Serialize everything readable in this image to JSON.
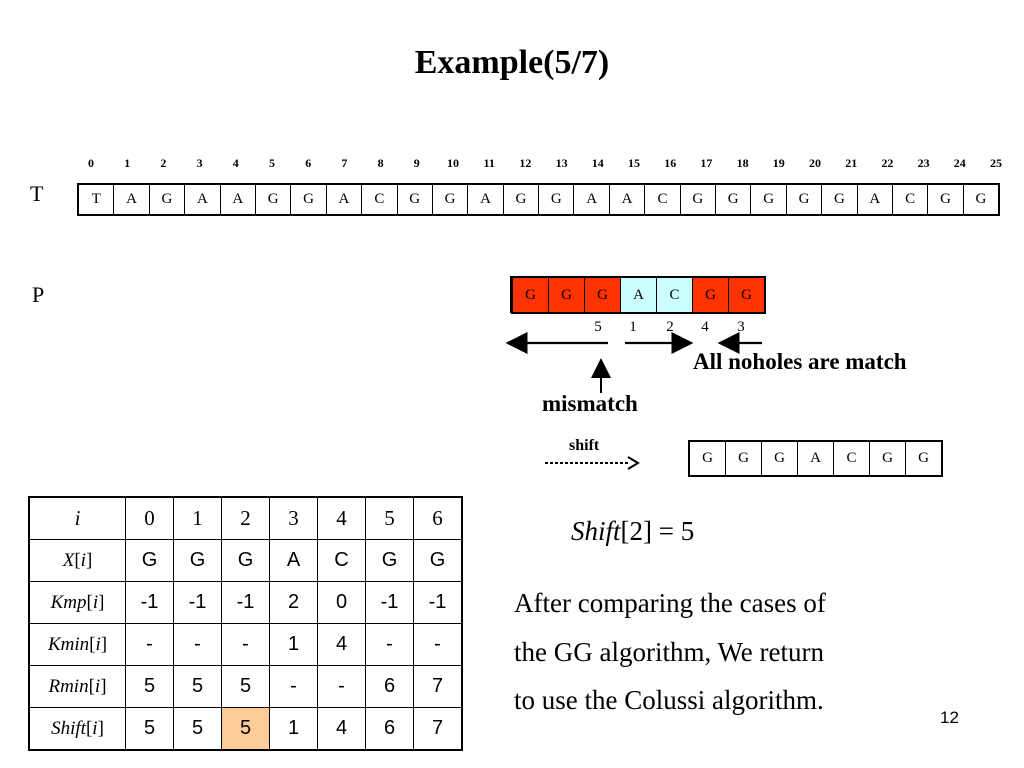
{
  "title": "Example(5/7)",
  "text_indices": [
    "0",
    "1",
    "2",
    "3",
    "4",
    "5",
    "6",
    "7",
    "8",
    "9",
    "10",
    "11",
    "12",
    "13",
    "14",
    "15",
    "16",
    "17",
    "18",
    "19",
    "20",
    "21",
    "22",
    "23",
    "24",
    "25"
  ],
  "text_label": "T",
  "text_chars": [
    "T",
    "A",
    "G",
    "A",
    "A",
    "G",
    "G",
    "A",
    "C",
    "G",
    "G",
    "A",
    "G",
    "G",
    "A",
    "A",
    "C",
    "G",
    "G",
    "G",
    "G",
    "G",
    "A",
    "C",
    "G",
    "G"
  ],
  "pattern_label": "P",
  "pattern_chars": [
    "G",
    "G",
    "G",
    "A",
    "C",
    "G",
    "G"
  ],
  "colors": {
    "mismatch_red": "#ff3300",
    "match_cyan": "#ccffff",
    "highlight_orange": "#ffcc99"
  },
  "order_numbers": [
    "5",
    "1",
    "2",
    "4",
    "3"
  ],
  "annotation_all_match": "All noholes are match",
  "annotation_mismatch": "mismatch",
  "annotation_shift": "shift",
  "shifted_pattern_chars": [
    "G",
    "G",
    "G",
    "A",
    "C",
    "G",
    "G"
  ],
  "shift_eq": {
    "name": "Shift",
    "rest": "[2] = 5"
  },
  "table": {
    "header": {
      "label": "i",
      "values": [
        "0",
        "1",
        "2",
        "3",
        "4",
        "5",
        "6"
      ]
    },
    "rows": [
      {
        "name": "X",
        "idx": "i",
        "values": [
          "G",
          "G",
          "G",
          "A",
          "C",
          "G",
          "G"
        ]
      },
      {
        "name": "Kmp",
        "idx": "i",
        "values": [
          "-1",
          "-1",
          "-1",
          "2",
          "0",
          "-1",
          "-1"
        ]
      },
      {
        "name": "Kmin",
        "idx": "i",
        "values": [
          "-",
          "-",
          "-",
          "1",
          "4",
          "-",
          "-"
        ]
      },
      {
        "name": "Rmin",
        "idx": "i",
        "values": [
          "5",
          "5",
          "5",
          "-",
          "-",
          "6",
          "7"
        ]
      },
      {
        "name": "Shift",
        "idx": "i",
        "values": [
          "5",
          "5",
          "5",
          "1",
          "4",
          "6",
          "7"
        ]
      }
    ]
  },
  "paragraph": [
    "After comparing the cases of",
    "the GG algorithm, We return",
    "to use the Colussi algorithm."
  ],
  "page_number": "12"
}
